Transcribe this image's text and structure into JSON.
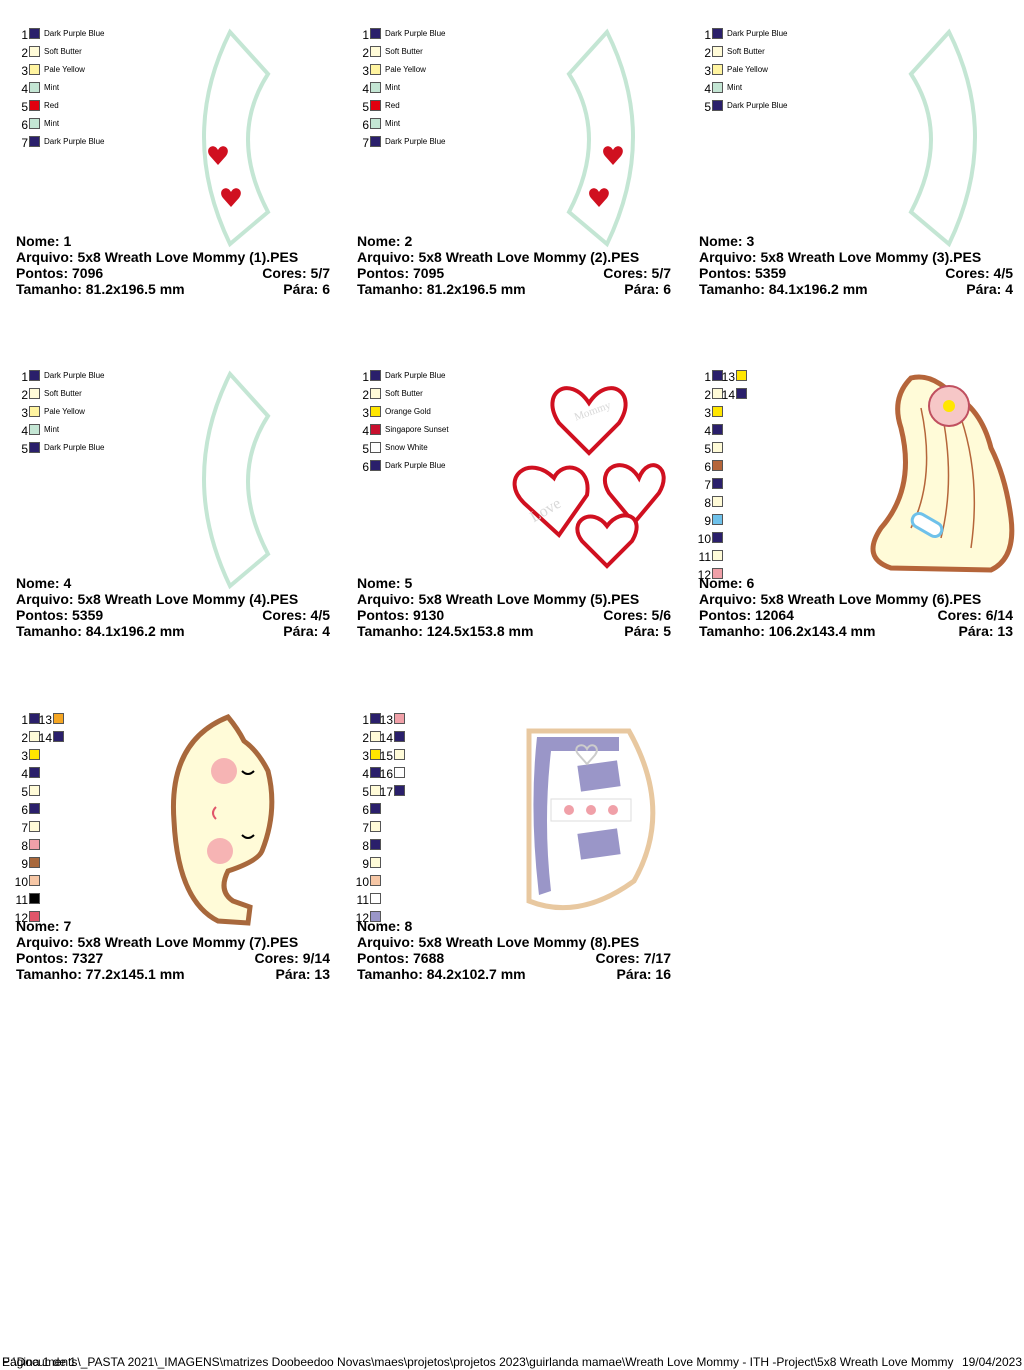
{
  "labels": {
    "nome": "Nome:",
    "arquivo": "Arquivo:",
    "pontos": "Pontos:",
    "cores": "Cores:",
    "tamanho": "Tamanho:",
    "para": "Pára:"
  },
  "designs": [
    {
      "nome": "1",
      "arquivo": "5x8 Wreath Love Mommy (1).PES",
      "pontos": "7096",
      "cores": "5/7",
      "tamanho": "81.2x196.5 mm",
      "para": "6",
      "colors": [
        {
          "n": "1",
          "name": "Dark Purple Blue",
          "hex": "#2a1f6b"
        },
        {
          "n": "2",
          "name": "Soft Butter",
          "hex": "#fffbd8"
        },
        {
          "n": "3",
          "name": "Pale Yellow",
          "hex": "#fff4a0"
        },
        {
          "n": "4",
          "name": "Mint",
          "hex": "#c4e6d4"
        },
        {
          "n": "5",
          "name": "Red",
          "hex": "#e3000f"
        },
        {
          "n": "6",
          "name": "Mint",
          "hex": "#c4e6d4"
        },
        {
          "n": "7",
          "name": "Dark Purple Blue",
          "hex": "#2a1f6b"
        }
      ]
    },
    {
      "nome": "2",
      "arquivo": "5x8 Wreath Love Mommy (2).PES",
      "pontos": "7095",
      "cores": "5/7",
      "tamanho": "81.2x196.5 mm",
      "para": "6",
      "colors": [
        {
          "n": "1",
          "name": "Dark Purple Blue",
          "hex": "#2a1f6b"
        },
        {
          "n": "2",
          "name": "Soft Butter",
          "hex": "#fffbd8"
        },
        {
          "n": "3",
          "name": "Pale Yellow",
          "hex": "#fff4a0"
        },
        {
          "n": "4",
          "name": "Mint",
          "hex": "#c4e6d4"
        },
        {
          "n": "5",
          "name": "Red",
          "hex": "#e3000f"
        },
        {
          "n": "6",
          "name": "Mint",
          "hex": "#c4e6d4"
        },
        {
          "n": "7",
          "name": "Dark Purple Blue",
          "hex": "#2a1f6b"
        }
      ]
    },
    {
      "nome": "3",
      "arquivo": "5x8 Wreath Love Mommy (3).PES",
      "pontos": "5359",
      "cores": "4/5",
      "tamanho": "84.1x196.2 mm",
      "para": "4",
      "colors": [
        {
          "n": "1",
          "name": "Dark Purple Blue",
          "hex": "#2a1f6b"
        },
        {
          "n": "2",
          "name": "Soft Butter",
          "hex": "#fffbd8"
        },
        {
          "n": "3",
          "name": "Pale Yellow",
          "hex": "#fff4a0"
        },
        {
          "n": "4",
          "name": "Mint",
          "hex": "#c4e6d4"
        },
        {
          "n": "5",
          "name": "Dark Purple Blue",
          "hex": "#2a1f6b"
        }
      ]
    },
    {
      "nome": "4",
      "arquivo": "5x8 Wreath Love Mommy (4).PES",
      "pontos": "5359",
      "cores": "4/5",
      "tamanho": "84.1x196.2 mm",
      "para": "4",
      "colors": [
        {
          "n": "1",
          "name": "Dark Purple Blue",
          "hex": "#2a1f6b"
        },
        {
          "n": "2",
          "name": "Soft Butter",
          "hex": "#fffbd8"
        },
        {
          "n": "3",
          "name": "Pale Yellow",
          "hex": "#fff4a0"
        },
        {
          "n": "4",
          "name": "Mint",
          "hex": "#c4e6d4"
        },
        {
          "n": "5",
          "name": "Dark Purple Blue",
          "hex": "#2a1f6b"
        }
      ]
    },
    {
      "nome": "5",
      "arquivo": "5x8 Wreath Love Mommy (5).PES",
      "pontos": "9130",
      "cores": "5/6",
      "tamanho": "124.5x153.8 mm",
      "para": "5",
      "colors": [
        {
          "n": "1",
          "name": "Dark Purple Blue",
          "hex": "#2a1f6b"
        },
        {
          "n": "2",
          "name": "Soft Butter",
          "hex": "#fffbd8"
        },
        {
          "n": "3",
          "name": "Orange Gold",
          "hex": "#ffe600"
        },
        {
          "n": "4",
          "name": "Singapore Sunset",
          "hex": "#c8102e"
        },
        {
          "n": "5",
          "name": "Snow White",
          "hex": "#ffffff"
        },
        {
          "n": "6",
          "name": "Dark Purple Blue",
          "hex": "#2a1f6b"
        }
      ]
    },
    {
      "nome": "6",
      "arquivo": "5x8 Wreath Love Mommy (6).PES",
      "pontos": "12064",
      "cores": "6/14",
      "tamanho": "106.2x143.4 mm",
      "para": "13",
      "colors": [
        {
          "n": "1",
          "name": "",
          "hex": "#2a1f6b"
        },
        {
          "n": "2",
          "name": "",
          "hex": "#fffbd8"
        },
        {
          "n": "3",
          "name": "",
          "hex": "#ffe600"
        },
        {
          "n": "4",
          "name": "",
          "hex": "#2a1f6b"
        },
        {
          "n": "5",
          "name": "",
          "hex": "#fffbd8"
        },
        {
          "n": "6",
          "name": "",
          "hex": "#b5653a"
        },
        {
          "n": "7",
          "name": "",
          "hex": "#2a1f6b"
        },
        {
          "n": "8",
          "name": "",
          "hex": "#fffbd8"
        },
        {
          "n": "9",
          "name": "",
          "hex": "#6ec1ea"
        },
        {
          "n": "10",
          "name": "",
          "hex": "#2a1f6b"
        },
        {
          "n": "11",
          "name": "",
          "hex": "#fffbd8"
        },
        {
          "n": "12",
          "name": "",
          "hex": "#f0a0a8"
        },
        {
          "n": "13",
          "name": "",
          "hex": "#ffe600"
        },
        {
          "n": "14",
          "name": "",
          "hex": "#2a1f6b"
        }
      ]
    },
    {
      "nome": "7",
      "arquivo": "5x8 Wreath Love Mommy (7).PES",
      "pontos": "7327",
      "cores": "9/14",
      "tamanho": "77.2x145.1 mm",
      "para": "13",
      "colors": [
        {
          "n": "1",
          "name": "",
          "hex": "#2a1f6b"
        },
        {
          "n": "2",
          "name": "",
          "hex": "#fffbd8"
        },
        {
          "n": "3",
          "name": "",
          "hex": "#ffe600"
        },
        {
          "n": "4",
          "name": "",
          "hex": "#2a1f6b"
        },
        {
          "n": "5",
          "name": "",
          "hex": "#fffbd8"
        },
        {
          "n": "6",
          "name": "",
          "hex": "#2a1f6b"
        },
        {
          "n": "7",
          "name": "",
          "hex": "#fffbd8"
        },
        {
          "n": "8",
          "name": "",
          "hex": "#f0a0a8"
        },
        {
          "n": "9",
          "name": "",
          "hex": "#a8683c"
        },
        {
          "n": "10",
          "name": "",
          "hex": "#f6c7a6"
        },
        {
          "n": "11",
          "name": "",
          "hex": "#000000"
        },
        {
          "n": "12",
          "name": "",
          "hex": "#e0566a"
        },
        {
          "n": "13",
          "name": "",
          "hex": "#f5a623"
        },
        {
          "n": "14",
          "name": "",
          "hex": "#2a1f6b"
        }
      ]
    },
    {
      "nome": "8",
      "arquivo": "5x8 Wreath Love Mommy (8).PES",
      "pontos": "7688",
      "cores": "7/17",
      "tamanho": "84.2x102.7 mm",
      "para": "16",
      "colors": [
        {
          "n": "1",
          "name": "",
          "hex": "#2a1f6b"
        },
        {
          "n": "2",
          "name": "",
          "hex": "#fffbd8"
        },
        {
          "n": "3",
          "name": "",
          "hex": "#ffe600"
        },
        {
          "n": "4",
          "name": "",
          "hex": "#2a1f6b"
        },
        {
          "n": "5",
          "name": "",
          "hex": "#fffbd8"
        },
        {
          "n": "6",
          "name": "",
          "hex": "#2a1f6b"
        },
        {
          "n": "7",
          "name": "",
          "hex": "#fffbd8"
        },
        {
          "n": "8",
          "name": "",
          "hex": "#2a1f6b"
        },
        {
          "n": "9",
          "name": "",
          "hex": "#fffbd8"
        },
        {
          "n": "10",
          "name": "",
          "hex": "#f6c7a6"
        },
        {
          "n": "11",
          "name": "",
          "hex": "#ffffff"
        },
        {
          "n": "12",
          "name": "",
          "hex": "#9a96c8"
        },
        {
          "n": "13",
          "name": "",
          "hex": "#f0a0a8"
        },
        {
          "n": "14",
          "name": "",
          "hex": "#2a1f6b"
        },
        {
          "n": "15",
          "name": "",
          "hex": "#fffbd8"
        },
        {
          "n": "16",
          "name": "",
          "hex": "#ffffff"
        },
        {
          "n": "17",
          "name": "",
          "hex": "#2a1f6b"
        }
      ]
    }
  ],
  "footer": {
    "page": "Página 1 de 1",
    "path": "E:\\Documents\\_PASTA 2021\\_IMAGENS\\matrizes Doobeedoo Novas\\maes\\projetos\\projetos 2023\\guirlanda mamae\\Wreath Love Mommy - ITH -Project\\5x8 Wreath Love Mommy",
    "date": "19/04/2023"
  }
}
